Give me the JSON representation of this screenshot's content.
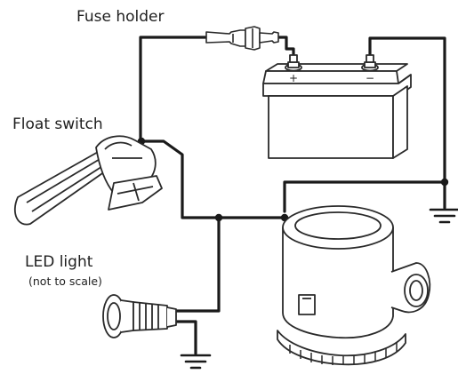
{
  "labels": {
    "fuse_holder": "Fuse holder",
    "float_switch": "Float switch",
    "led_light": "LED light",
    "led_note": "(not to scale)"
  },
  "battery": {
    "positive_symbol": "+",
    "negative_symbol": "−"
  },
  "colors": {
    "wire": "#1a1a1a",
    "outline": "#2a2a2a",
    "fill": "#ffffff",
    "background": "#ffffff"
  }
}
